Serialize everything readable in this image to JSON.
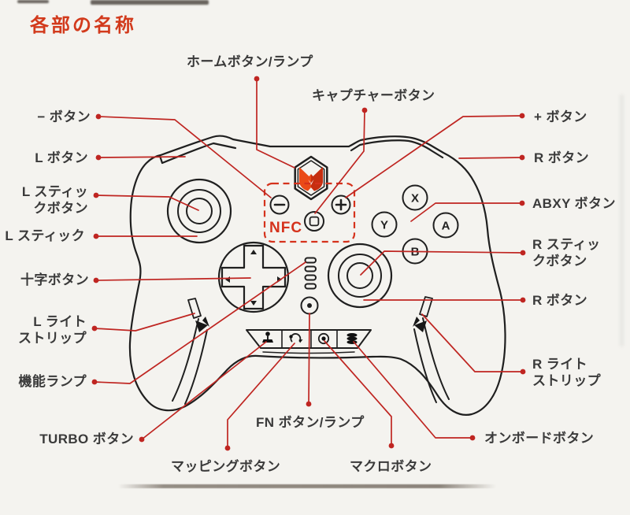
{
  "page": {
    "title": "各部の名称",
    "colors": {
      "accent_red": "#d23a1c",
      "leader_red": "#bf2521",
      "outline_ink": "#1f1f1f",
      "label_ink": "#3a3a3a",
      "paper": "#f4f3ef",
      "logo_orange": "#ea4a17"
    }
  },
  "center": {
    "nfc": "NFC"
  },
  "face_buttons": {
    "a": "A",
    "b": "B",
    "x": "X",
    "y": "Y"
  },
  "icons": {
    "minus_button": "minus-icon",
    "plus_button": "plus-icon",
    "capture_button": "square-icon",
    "home_logo": "fox-emblem-icon",
    "turbo_button": "joystick-icon",
    "mapping_button": "circular-arrow-icon",
    "macro_button": "record-dot-icon",
    "onboard_button": "layers-icon",
    "fn_button": "dot-ring-icon"
  },
  "callouts": {
    "home": {
      "text": "ホームボタン/ランプ"
    },
    "capture": {
      "text": "キャプチャーボタン"
    },
    "minus": {
      "text": "− ボタン"
    },
    "plus": {
      "text": "+ ボタン"
    },
    "l-button": {
      "text": "L ボタン"
    },
    "r-button": {
      "text": "R ボタン"
    },
    "l-stick-button": {
      "text": "L スティッ\nクボタン"
    },
    "abxy": {
      "text": "ABXY ボタン"
    },
    "l-stick": {
      "text": "L スティック"
    },
    "r-stick-button": {
      "text": "R スティッ\nクボタン"
    },
    "dpad": {
      "text": "十字ボタン"
    },
    "r-button-2": {
      "text": "R ボタン"
    },
    "l-light-strip": {
      "text": "L ライト\nストリップ"
    },
    "r-light-strip": {
      "text": "R ライト\nストリップ"
    },
    "function-lamp": {
      "text": "機能ランプ"
    },
    "turbo": {
      "text": "TURBO ボタン"
    },
    "fn": {
      "text": "FN ボタン/ランプ"
    },
    "onboard": {
      "text": "オンボードボタン"
    },
    "mapping": {
      "text": "マッピングボタン"
    },
    "macro": {
      "text": "マクロボタン"
    }
  }
}
